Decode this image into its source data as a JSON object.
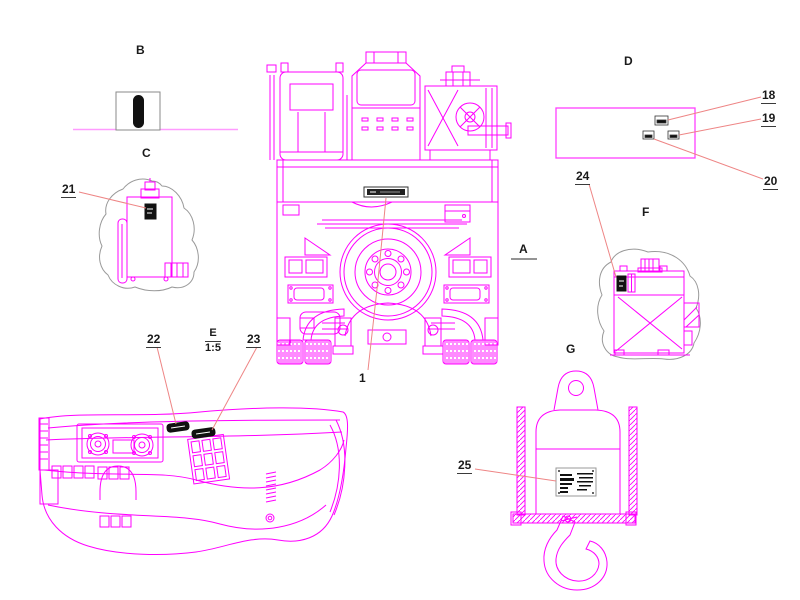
{
  "diagram": {
    "type": "decal-location-engineering-drawing",
    "views": {
      "a": {
        "label": "A"
      },
      "b": {
        "label": "B"
      },
      "c": {
        "label": "C"
      },
      "d": {
        "label": "D"
      },
      "e": {
        "label": "E",
        "scale": "1:5"
      },
      "f": {
        "label": "F"
      },
      "g": {
        "label": "G"
      }
    },
    "callouts": {
      "item_1": "1",
      "item_18": "18",
      "item_19": "19",
      "item_20": "20",
      "item_21": "21",
      "item_22": "22",
      "item_23": "23",
      "item_24": "24",
      "item_25": "25"
    },
    "colors": {
      "artwork_line": "#ff00ff",
      "leader_line": "#ee8585",
      "soft_outline": "#8a8a8a",
      "callout_text": "#1a1a1a",
      "decal_fill": "#000000"
    }
  }
}
